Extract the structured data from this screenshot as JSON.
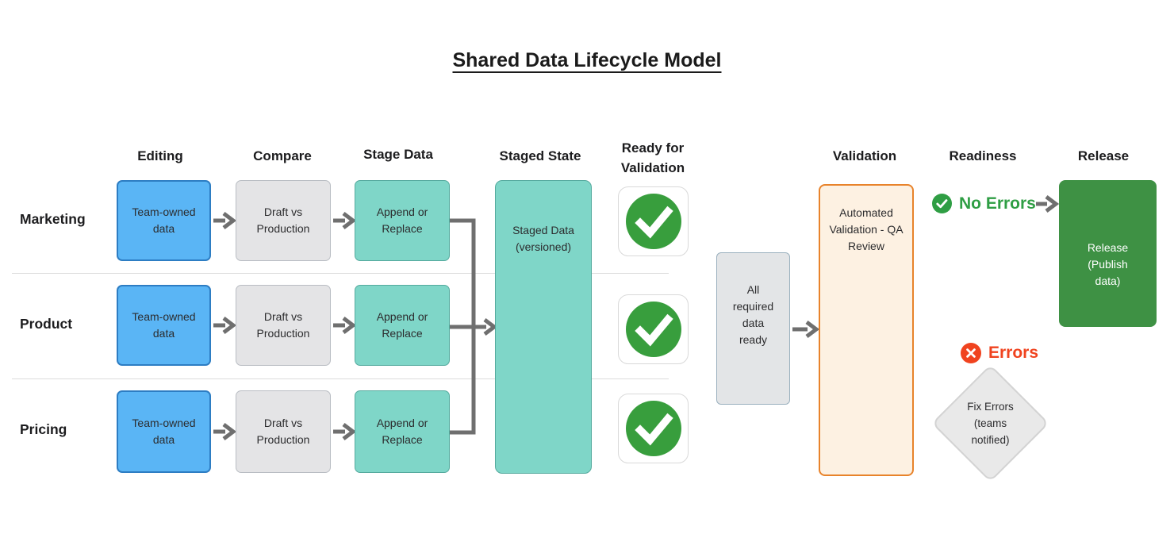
{
  "title": "Shared Data Lifecycle Model",
  "column_headers": {
    "editing": "Editing",
    "compare": "Compare",
    "stage_data": "Stage Data",
    "staged_state": "Staged State",
    "ready_for_validation": "Ready for Validation",
    "validation": "Validation",
    "readiness": "Readiness",
    "release": "Release"
  },
  "rows": [
    {
      "label": "Marketing",
      "editing": "Team-owned data",
      "compare": "Draft vs Production",
      "stage_data": "Append or Replace"
    },
    {
      "label": "Product",
      "editing": "Team-owned data",
      "compare": "Draft vs Production",
      "stage_data": "Append or Replace"
    },
    {
      "label": "Pricing",
      "editing": "Team-owned data",
      "compare": "Draft vs Production",
      "stage_data": "Append or Replace"
    }
  ],
  "staged_state_box": "Staged Data (versioned)",
  "gate_box": "All required data ready",
  "validation_box": "Automated Validation - QA Review",
  "readiness": {
    "no_errors_label": "No Errors",
    "errors_label": "Errors",
    "fix_errors_box": "Fix Errors (teams notified)"
  },
  "release_box": "Release (Publish data)",
  "icons": {
    "ready_badge": "check-circle",
    "no_errors": "check-circle",
    "errors": "x-circle"
  },
  "colors": {
    "team_box_fill": "#5ab5f5",
    "team_box_border": "#2d7dc3",
    "compare_box_fill": "#e4e4e6",
    "compare_box_border": "#b9bdc3",
    "stage_box_fill": "#7fd6c8",
    "stage_box_border": "#55aa9e",
    "gate_box_fill": "#e3e5e7",
    "gate_box_border": "#9ab0be",
    "validation_fill": "#fdf1e2",
    "validation_border": "#e8832b",
    "release_fill": "#3e9144",
    "badge_green": "#389e3d",
    "success_green": "#2f9e44",
    "error_red": "#f0431f",
    "connector_gray": "#6f6f6f",
    "diamond_fill": "#e9e9e9",
    "diamond_border": "#d3d3d3"
  }
}
